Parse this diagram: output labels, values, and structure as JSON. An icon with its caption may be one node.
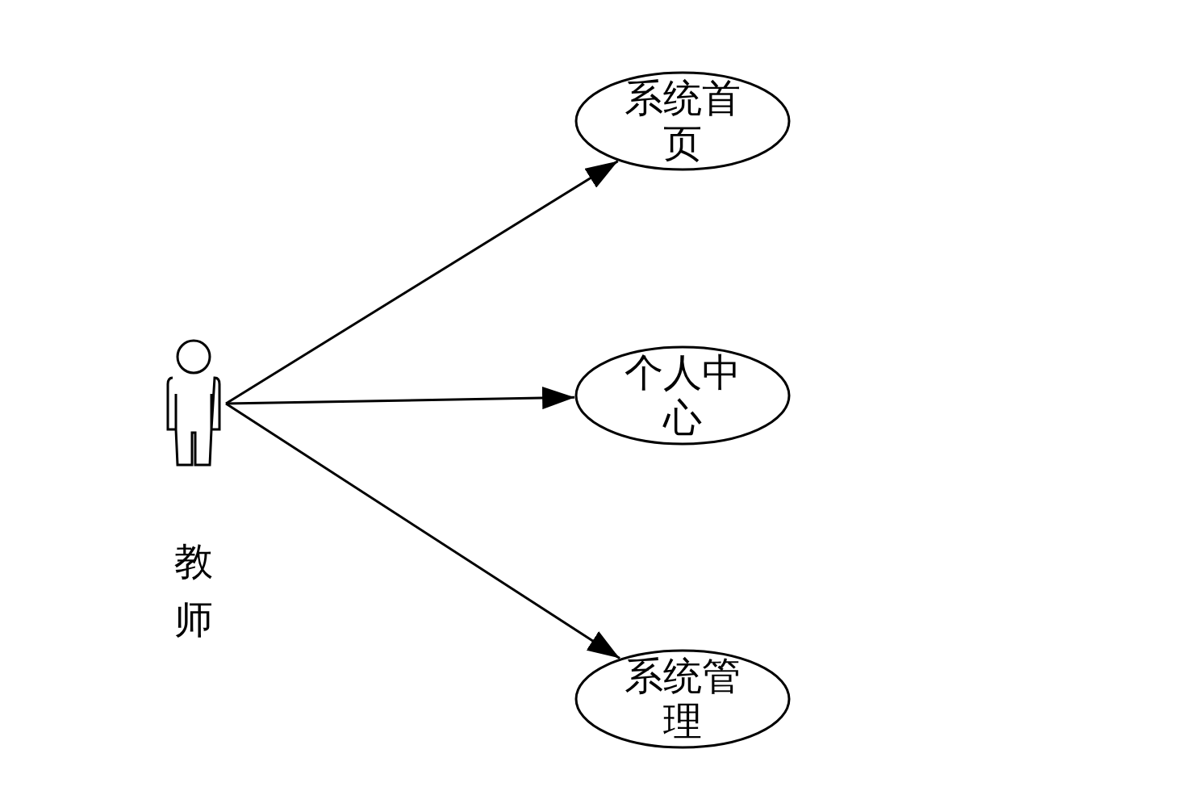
{
  "diagram": {
    "nodes": [
      {
        "text": [
          "教师"
        ]
      },
      {
        "text": [
          "系统首页"
        ]
      },
      {
        "text": [
          "个人中心"
        ]
      },
      {
        "text": [
          "系统管理"
        ]
      }
    ],
    "edges": [
      {
        "from": 0,
        "to": 1,
        "arrow": "to"
      },
      {
        "from": 0,
        "to": 2,
        "arrow": "to"
      },
      {
        "from": 0,
        "to": 3,
        "arrow": "to"
      }
    ]
  }
}
